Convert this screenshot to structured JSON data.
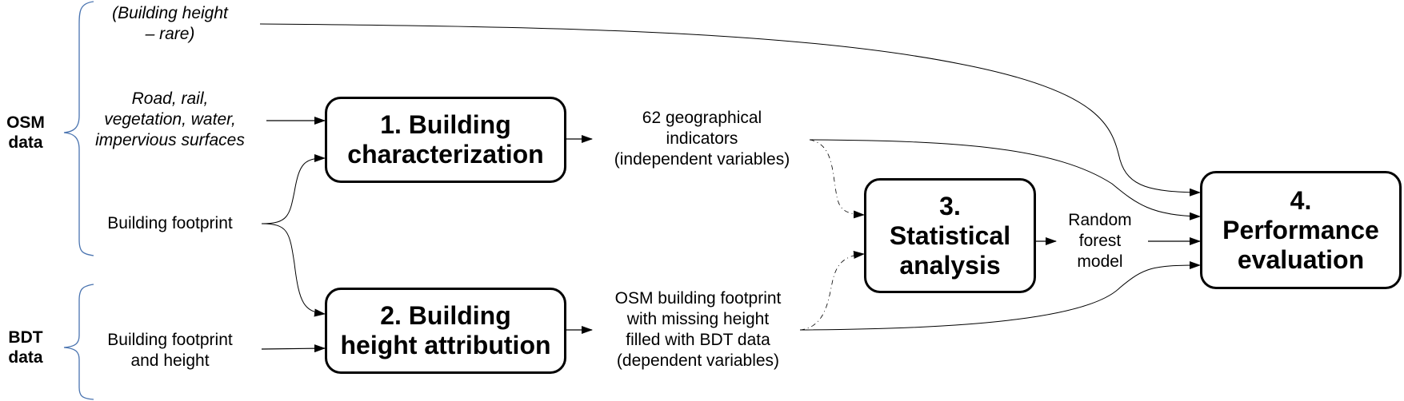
{
  "groups": {
    "osm": {
      "line1": "OSM",
      "line2": "data"
    },
    "bdt": {
      "line1": "BDT",
      "line2": "data"
    }
  },
  "inputs": {
    "building_height": {
      "line1": "(Building height",
      "line2": "– rare)"
    },
    "road_rail": {
      "line1": "Road, rail,",
      "line2": "vegetation, water,",
      "line3": "impervious surfaces"
    },
    "osm_footprint": {
      "line1": "Building footprint"
    },
    "bdt_footprint": {
      "line1": "Building footprint",
      "line2": "and height"
    }
  },
  "steps": {
    "step1": {
      "line1": "1. Building",
      "line2": "characterization"
    },
    "step2": {
      "line1": "2. Building",
      "line2": "height attribution"
    },
    "step3": {
      "line1": "3.",
      "line2": "Statistical",
      "line3": "analysis"
    },
    "step4": {
      "line1": "4.",
      "line2": "Performance",
      "line3": "evaluation"
    }
  },
  "outputs": {
    "indicators": {
      "line1": "62 geographical",
      "line2": "indicators",
      "line3": "(independent variables)"
    },
    "filled": {
      "line1": "OSM building footprint",
      "line2": "with missing height",
      "line3": "filled with BDT data",
      "line4": "(dependent variables)"
    },
    "model": {
      "line1": "Random",
      "line2": "forest",
      "line3": "model"
    }
  },
  "colors": {
    "brace": "#4a74b0",
    "line": "#000000"
  }
}
